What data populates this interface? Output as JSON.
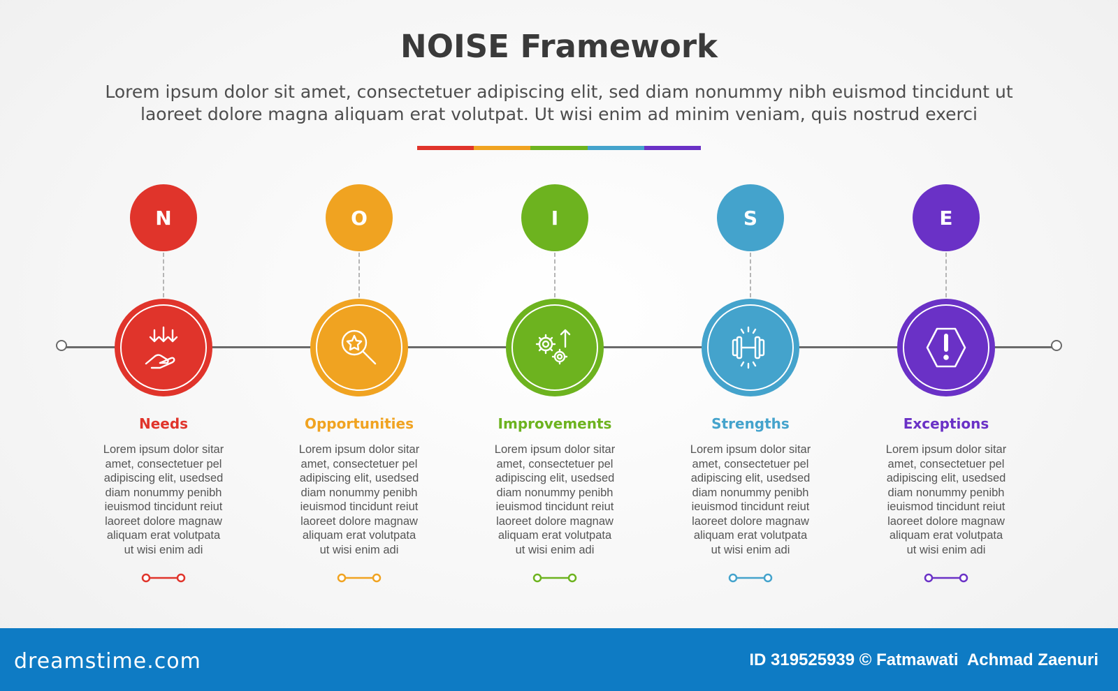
{
  "header": {
    "title": "NOISE Framework",
    "subtitle_line1": "Lorem ipsum dolor sit amet, consectetuer adipiscing elit, sed diam nonummy nibh euismod tincidunt ut",
    "subtitle_line2": "laoreet dolore magna aliquam erat volutpat. Ut wisi enim ad minim veniam, quis nostrud exerci"
  },
  "steps": [
    {
      "letter": "N",
      "label": "Needs",
      "color": "#e0342b",
      "icon": "hand-arrows-down-icon",
      "lines": [
        "Lorem ipsum dolor sitar",
        "amet, consectetuer pel",
        "adipiscing elit, usedsed",
        "diam nonummy penibh",
        "ieuismod tincidunt reiut",
        "laoreet dolore magnaw",
        "aliquam erat volutpata",
        "ut wisi enim adi"
      ]
    },
    {
      "letter": "O",
      "label": "Opportunities",
      "color": "#f0a321",
      "icon": "magnifier-star-icon",
      "lines": [
        "Lorem ipsum dolor sitar",
        "amet, consectetuer pel",
        "adipiscing elit, usedsed",
        "diam nonummy penibh",
        "ieuismod tincidunt reiut",
        "laoreet dolore magnaw",
        "aliquam erat volutpata",
        "ut wisi enim adi"
      ]
    },
    {
      "letter": "I",
      "label": "Improvements",
      "color": "#6db31f",
      "icon": "gears-arrow-up-icon",
      "lines": [
        "Lorem ipsum dolor sitar",
        "amet, consectetuer pel",
        "adipiscing elit, usedsed",
        "diam nonummy penibh",
        "ieuismod tincidunt reiut",
        "laoreet dolore magnaw",
        "aliquam erat volutpata",
        "ut wisi enim adi"
      ]
    },
    {
      "letter": "S",
      "label": "Strengths",
      "color": "#44a3cc",
      "icon": "dumbbell-icon",
      "lines": [
        "Lorem ipsum dolor sitar",
        "amet, consectetuer pel",
        "adipiscing elit, usedsed",
        "diam nonummy penibh",
        "ieuismod tincidunt reiut",
        "laoreet dolore magnaw",
        "aliquam erat volutpata",
        "ut wisi enim adi"
      ]
    },
    {
      "letter": "E",
      "label": "Exceptions",
      "color": "#6a31c6",
      "icon": "hexagon-exclamation-icon",
      "lines": [
        "Lorem ipsum dolor sitar",
        "amet, consectetuer pel",
        "adipiscing elit, usedsed",
        "diam nonummy penibh",
        "ieuismod tincidunt reiut",
        "laoreet dolore magnaw",
        "aliquam erat volutpata",
        "ut wisi enim adi"
      ]
    }
  ],
  "footer": {
    "logo": "dreamstime.com",
    "credit": "ID 319525939 © Fatmawati  Achmad Zaenuri"
  }
}
